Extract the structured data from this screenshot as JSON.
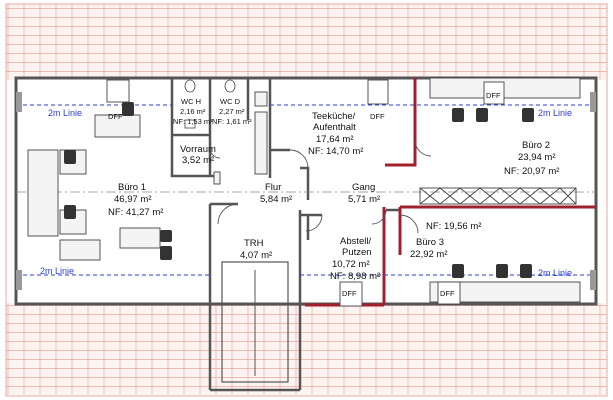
{
  "rooms": {
    "wc_h": {
      "name": "WC H",
      "area": "2,16 m²",
      "nf": "NF: 1,53 m²"
    },
    "wc_d": {
      "name": "WC D",
      "area": "2,27 m²",
      "nf": "NF: 1,61 m²"
    },
    "vorraum": {
      "name": "Vorraum",
      "area": "3,52 m²"
    },
    "teekueche": {
      "name1": "Teeküche/",
      "name2": "Aufenthalt",
      "area": "17,64 m²",
      "nf": "NF: 14,70 m²"
    },
    "buero1": {
      "name": "Büro 1",
      "area": "46,97 m²",
      "nf": "NF: 41,27 m²"
    },
    "buero2": {
      "name": "Büro 2",
      "area": "23,94 m²",
      "nf": "NF: 20,97 m²"
    },
    "buero3": {
      "name": "Büro 3",
      "area": "22,92 m²",
      "nf": "NF: 19,56 m²"
    },
    "flur": {
      "name": "Flur",
      "area": "5,84 m²"
    },
    "gang": {
      "name": "Gang",
      "area": "5,71 m²"
    },
    "trh": {
      "name": "TRH",
      "area": "4,07 m²"
    },
    "abstell": {
      "name1": "Abstell/",
      "name2": "Putzen",
      "area": "10,72 m²",
      "nf": "NF: 8,98 m²"
    }
  },
  "line_label": "2m Linie",
  "skylight_label": "DFF",
  "colors": {
    "wall": "#555555",
    "red_wall": "#a0202c",
    "roof": "#e8a8a0",
    "line": "#2b3fd6"
  }
}
